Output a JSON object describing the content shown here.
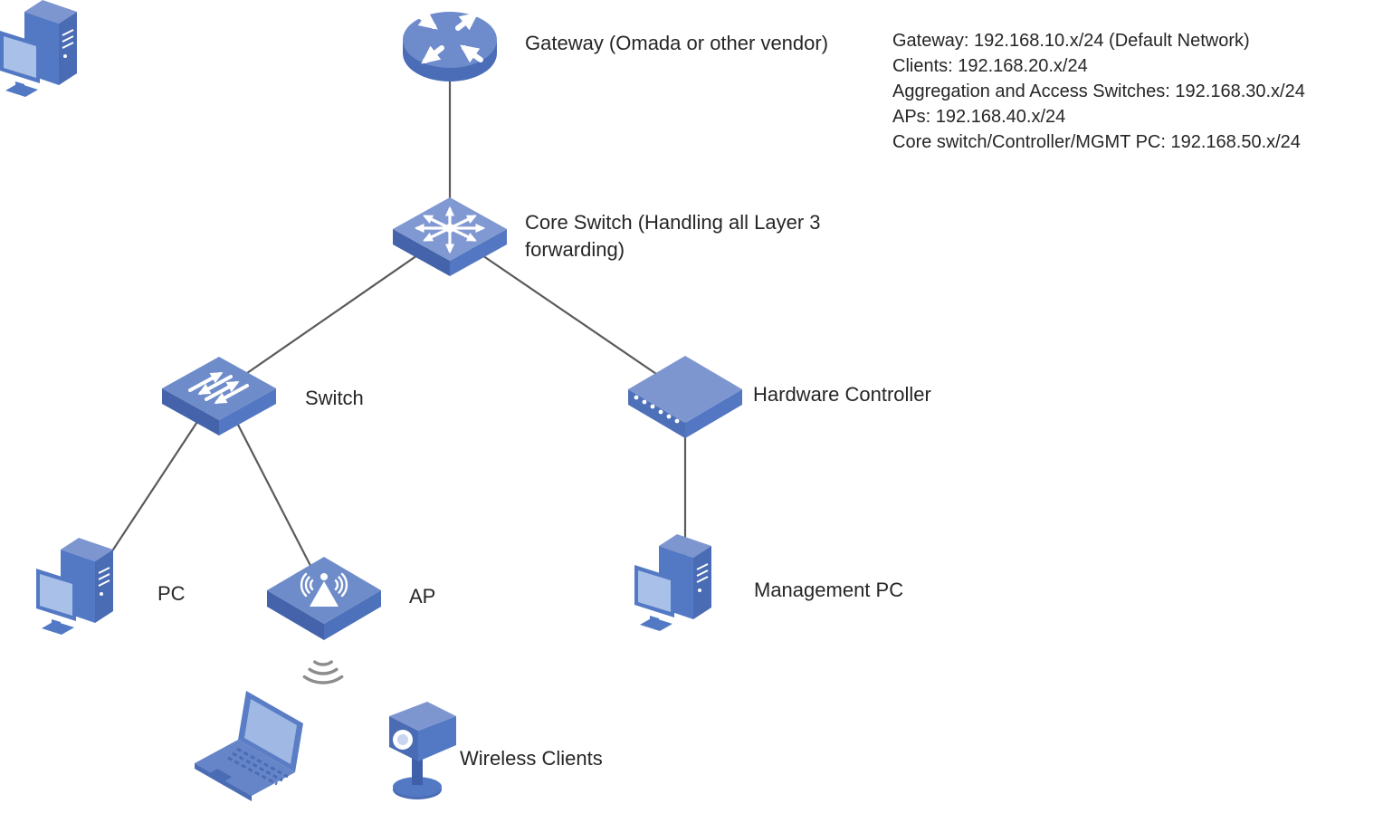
{
  "diagram": {
    "nodes": {
      "gateway": {
        "label": "Gateway (Omada or other vendor)",
        "type": "router"
      },
      "core_switch": {
        "label": "Core Switch (Handling all Layer 3 forwarding)",
        "type": "layer3-switch"
      },
      "switch": {
        "label": "Switch",
        "type": "layer2-switch"
      },
      "hardware_controller": {
        "label": "Hardware Controller",
        "type": "controller-appliance"
      },
      "pc": {
        "label": "PC",
        "type": "desktop-computer"
      },
      "ap": {
        "label": "AP",
        "type": "access-point"
      },
      "management_pc": {
        "label": "Management PC",
        "type": "desktop-computer"
      },
      "wireless_clients": {
        "label": "Wireless Clients",
        "type": "laptop-and-camera"
      }
    },
    "edges": [
      {
        "from": "gateway",
        "to": "core_switch",
        "kind": "wired"
      },
      {
        "from": "core_switch",
        "to": "switch",
        "kind": "wired"
      },
      {
        "from": "core_switch",
        "to": "hardware_controller",
        "kind": "wired"
      },
      {
        "from": "switch",
        "to": "pc",
        "kind": "wired"
      },
      {
        "from": "switch",
        "to": "ap",
        "kind": "wired"
      },
      {
        "from": "hardware_controller",
        "to": "management_pc",
        "kind": "wired"
      },
      {
        "from": "ap",
        "to": "wireless_clients",
        "kind": "wireless"
      }
    ],
    "ip_plan": {
      "lines": [
        "Gateway: 192.168.10.x/24 (Default Network)",
        "Clients: 192.168.20.x/24",
        "Aggregation and Access Switches: 192.168.30.x/24",
        "APs: 192.168.40.x/24",
        "Core switch/Controller/MGMT PC: 192.168.50.x/24"
      ]
    },
    "colors": {
      "device_dark": "#4a6cb4",
      "device_mid": "#5379c5",
      "device_top_light": "#7e96d0",
      "screen_light": "#a9c1e8",
      "edge_line": "#5a5a5a",
      "label_text": "#262626",
      "wireless_wave": "#8c8c8c"
    }
  }
}
